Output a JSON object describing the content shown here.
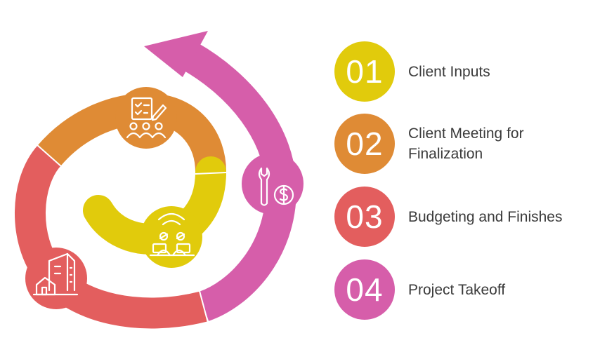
{
  "colors": {
    "yellow": "#E1CB0C",
    "orange": "#DF8B35",
    "red": "#E35E5E",
    "magenta": "#D65EAA"
  },
  "steps": [
    {
      "number": "01",
      "label": "Client Inputs",
      "color": "#E1CB0C",
      "icon": "survey-team-icon"
    },
    {
      "number": "02",
      "label": "Client Meeting for\nFinalization",
      "color": "#DF8B35",
      "icon": "meeting-laptops-icon"
    },
    {
      "number": "03",
      "label": "Budgeting and Finishes",
      "color": "#E35E5E",
      "icon": "buildings-icon"
    },
    {
      "number": "04",
      "label": "Project Takeoff",
      "color": "#D65EAA",
      "icon": "wrench-dollar-icon"
    }
  ]
}
